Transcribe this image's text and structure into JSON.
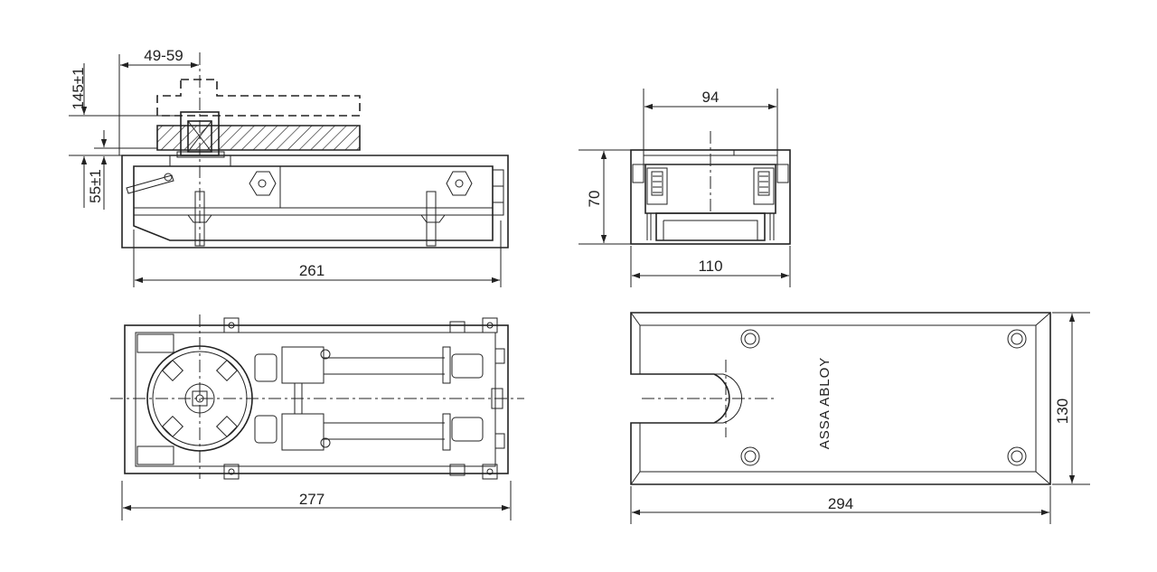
{
  "dimensions": {
    "arm_offset": "49-59",
    "arm_height": "145±1",
    "body_height": "55±1",
    "side_length": "261",
    "end_width": "94",
    "end_height": "70",
    "end_total_width": "110",
    "top_length": "277",
    "plate_length": "294",
    "plate_width": "130"
  },
  "plate": {
    "brand": "ASSA ABLOY"
  },
  "colors": {
    "line": "#222222",
    "background": "#ffffff"
  }
}
